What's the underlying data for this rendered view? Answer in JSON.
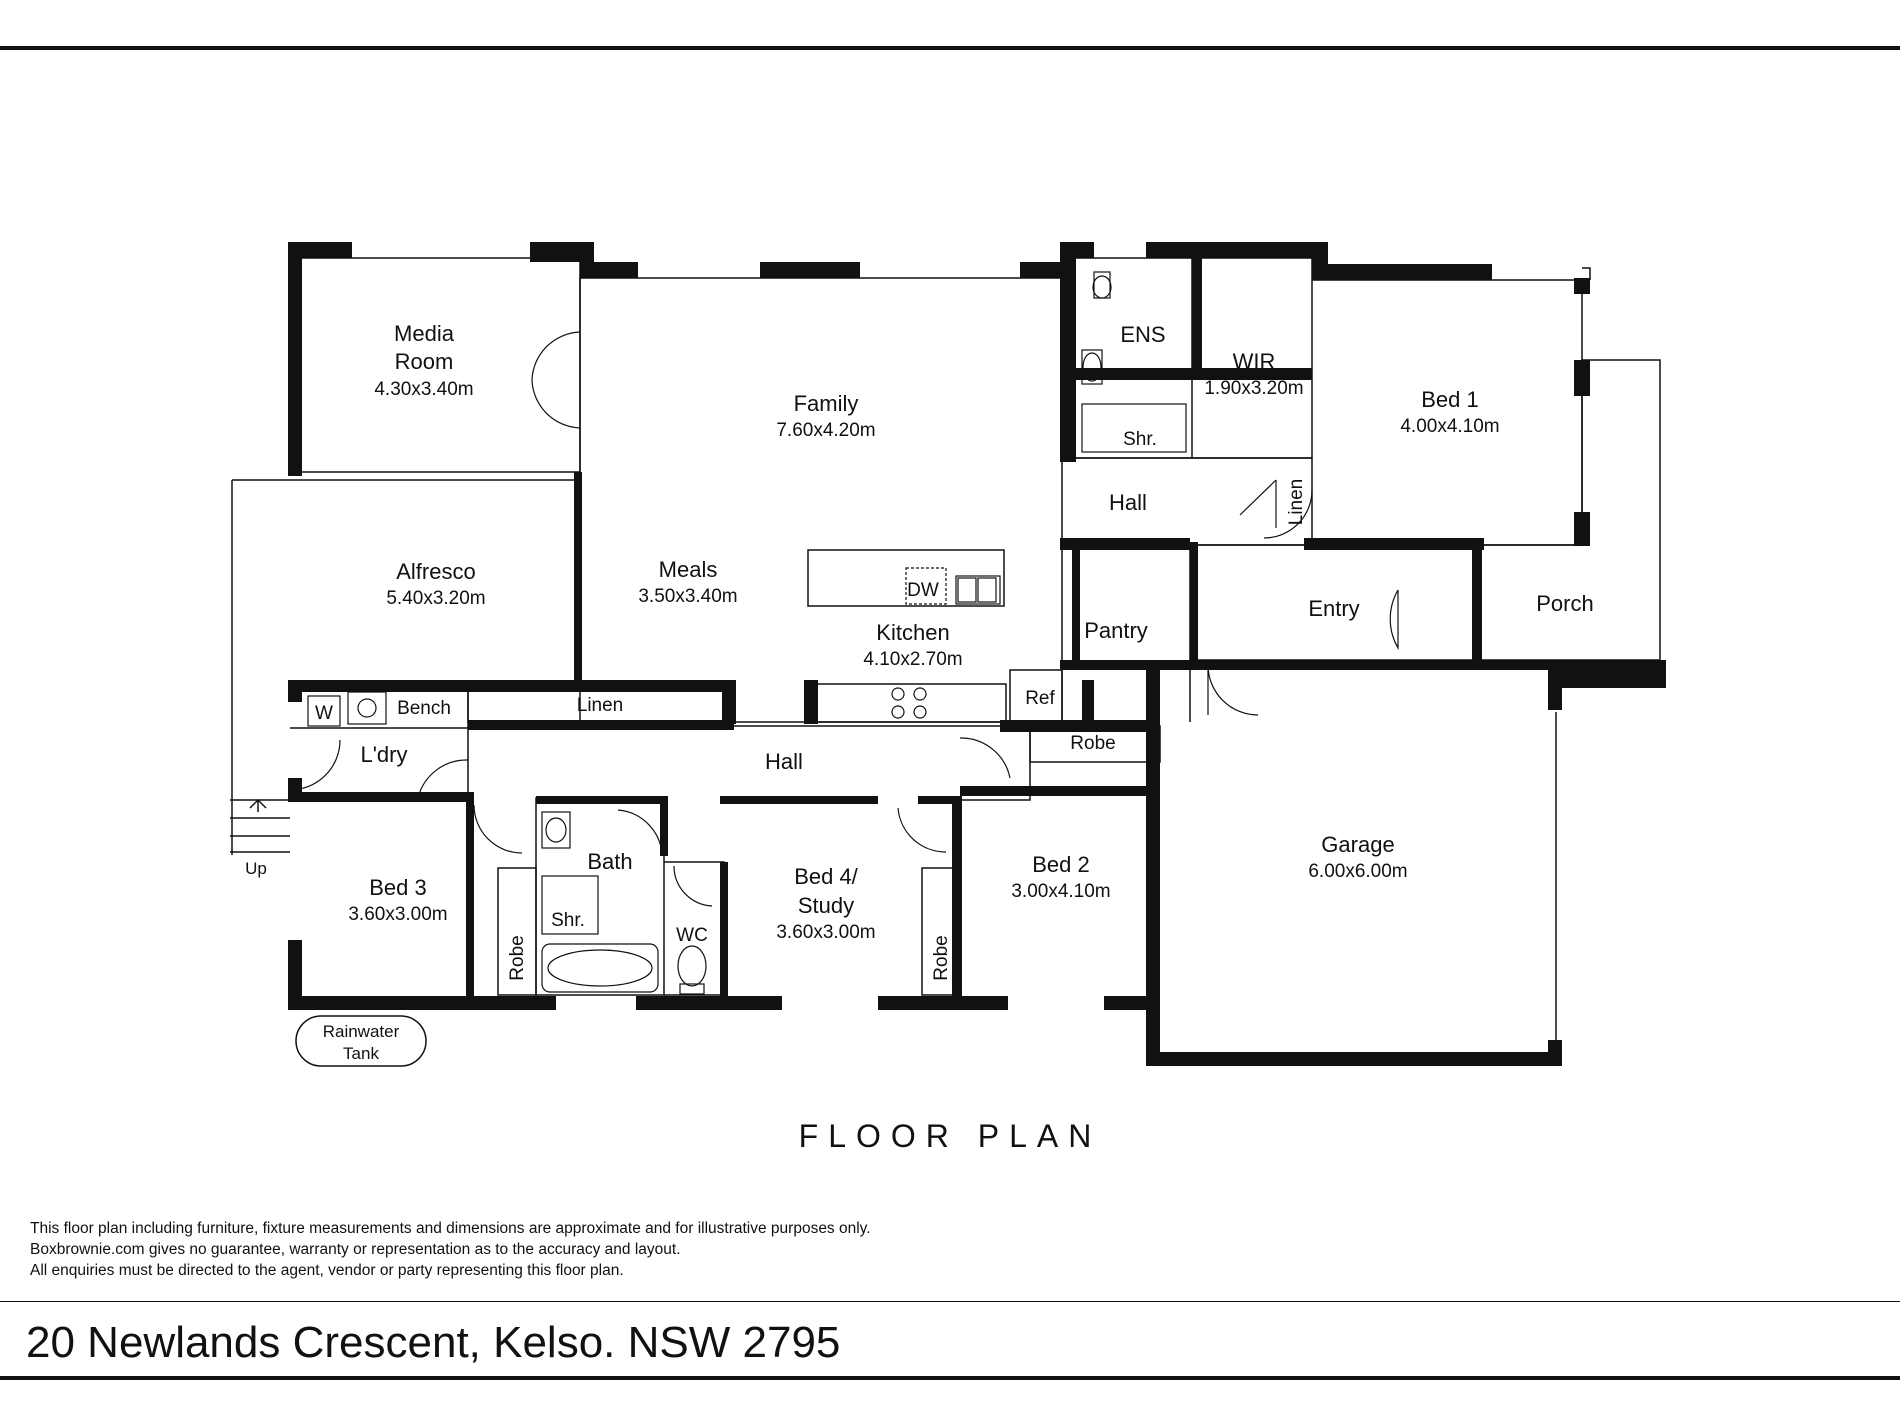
{
  "rooms": [
    {
      "id": "media",
      "name": "Media Room",
      "lines": [
        "Media",
        "Room"
      ],
      "dims": "4.30x3.40m"
    },
    {
      "id": "family",
      "name": "Family",
      "lines": [
        "Family"
      ],
      "dims": "7.60x4.20m"
    },
    {
      "id": "ens",
      "name": "ENS",
      "lines": [
        "ENS"
      ],
      "dims": ""
    },
    {
      "id": "wir",
      "name": "WIR",
      "lines": [
        "WIR"
      ],
      "dims": "1.90x3.20m"
    },
    {
      "id": "bed1",
      "name": "Bed 1",
      "lines": [
        "Bed 1"
      ],
      "dims": "4.00x4.10m"
    },
    {
      "id": "alfresco",
      "name": "Alfresco",
      "lines": [
        "Alfresco"
      ],
      "dims": "5.40x3.20m"
    },
    {
      "id": "meals",
      "name": "Meals",
      "lines": [
        "Meals"
      ],
      "dims": "3.50x3.40m"
    },
    {
      "id": "kitchen",
      "name": "Kitchen",
      "lines": [
        "Kitchen"
      ],
      "dims": "4.10x2.70m"
    },
    {
      "id": "garage",
      "name": "Garage",
      "lines": [
        "Garage"
      ],
      "dims": "6.00x6.00m"
    },
    {
      "id": "bed3",
      "name": "Bed 3",
      "lines": [
        "Bed 3"
      ],
      "dims": "3.60x3.00m"
    },
    {
      "id": "bed4",
      "name": "Bed 4/ Study",
      "lines": [
        "Bed 4/",
        "Study"
      ],
      "dims": "3.60x3.00m"
    },
    {
      "id": "bed2",
      "name": "Bed 2",
      "lines": [
        "Bed 2"
      ],
      "dims": "3.00x4.10m"
    }
  ],
  "labels": {
    "shr_ens": "Shr.",
    "hall_upper": "Hall",
    "linen_upper": "Linen",
    "entry": "Entry",
    "porch": "Porch",
    "pantry": "Pantry",
    "dw": "DW",
    "ref": "Ref",
    "robe_bed2": "Robe",
    "w": "W",
    "bench": "Bench",
    "laundry": "L'dry",
    "linen_lower": "Linen",
    "hall_lower": "Hall",
    "bath": "Bath",
    "shr_bath": "Shr.",
    "wc": "WC",
    "robe_bed3": "Robe",
    "robe_bed4": "Robe",
    "up": "Up",
    "tank_line1": "Rainwater",
    "tank_line2": "Tank"
  },
  "title": "FLOOR PLAN",
  "disclaimer": [
    "This floor plan including furniture, fixture measurements and dimensions are approximate and for illustrative purposes only.",
    "Boxbrownie.com gives no guarantee, warranty or representation as to the accuracy and layout.",
    "All enquiries must be directed to the agent, vendor or party representing this floor plan."
  ],
  "address": "20 Newlands Crescent, Kelso. NSW 2795"
}
